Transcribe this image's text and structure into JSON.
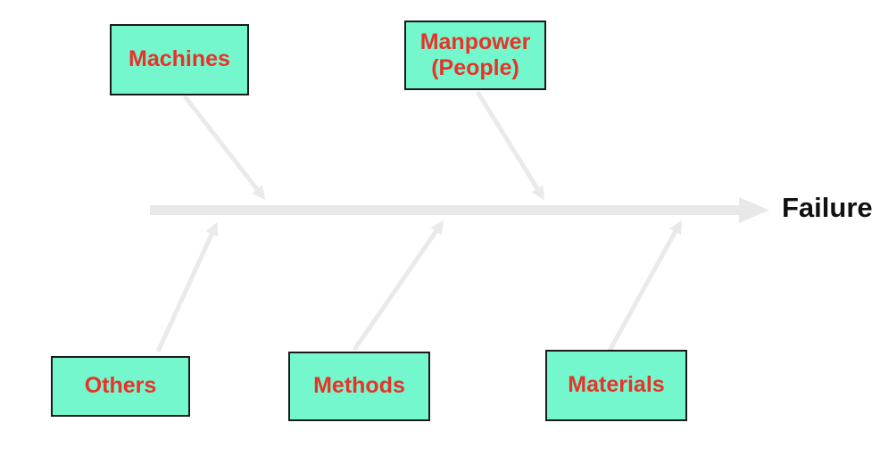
{
  "diagram": {
    "type": "fishbone-cause-effect",
    "effect_label": "Failure",
    "causes": [
      {
        "id": "machines",
        "label": "Machines",
        "position": "top"
      },
      {
        "id": "manpower",
        "label": "Manpower (People)",
        "position": "top"
      },
      {
        "id": "others",
        "label": "Others",
        "position": "bottom"
      },
      {
        "id": "methods",
        "label": "Methods",
        "position": "bottom"
      },
      {
        "id": "materials",
        "label": "Materials",
        "position": "bottom"
      }
    ],
    "colors": {
      "box_fill": "#74f7cc",
      "box_border": "#1a1a1a",
      "box_text": "#e8322a",
      "spine": "#e8e8e8",
      "branch": "#eaeaea",
      "effect_text": "#111111",
      "background": "#ffffff"
    }
  }
}
